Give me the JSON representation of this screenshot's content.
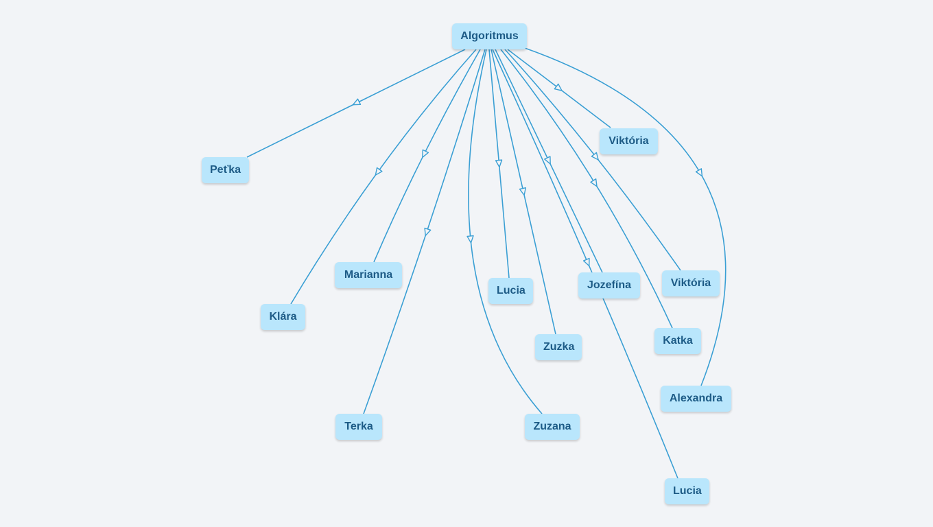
{
  "map": {
    "edge_color": "#3a9fd4",
    "node_fill": "#b9e6fc",
    "node_text_color": "#1d5b86",
    "root": {
      "label": "Algoritmus"
    },
    "children": [
      {
        "label": "Peťka"
      },
      {
        "label": "Klára"
      },
      {
        "label": "Marianna"
      },
      {
        "label": "Terka"
      },
      {
        "label": "Lucia"
      },
      {
        "label": "Zuzana"
      },
      {
        "label": "Zuzka"
      },
      {
        "label": "Jozefína"
      },
      {
        "label": "Viktória"
      },
      {
        "label": "Viktória"
      },
      {
        "label": "Katka"
      },
      {
        "label": "Alexandra"
      },
      {
        "label": "Lucia"
      }
    ]
  }
}
